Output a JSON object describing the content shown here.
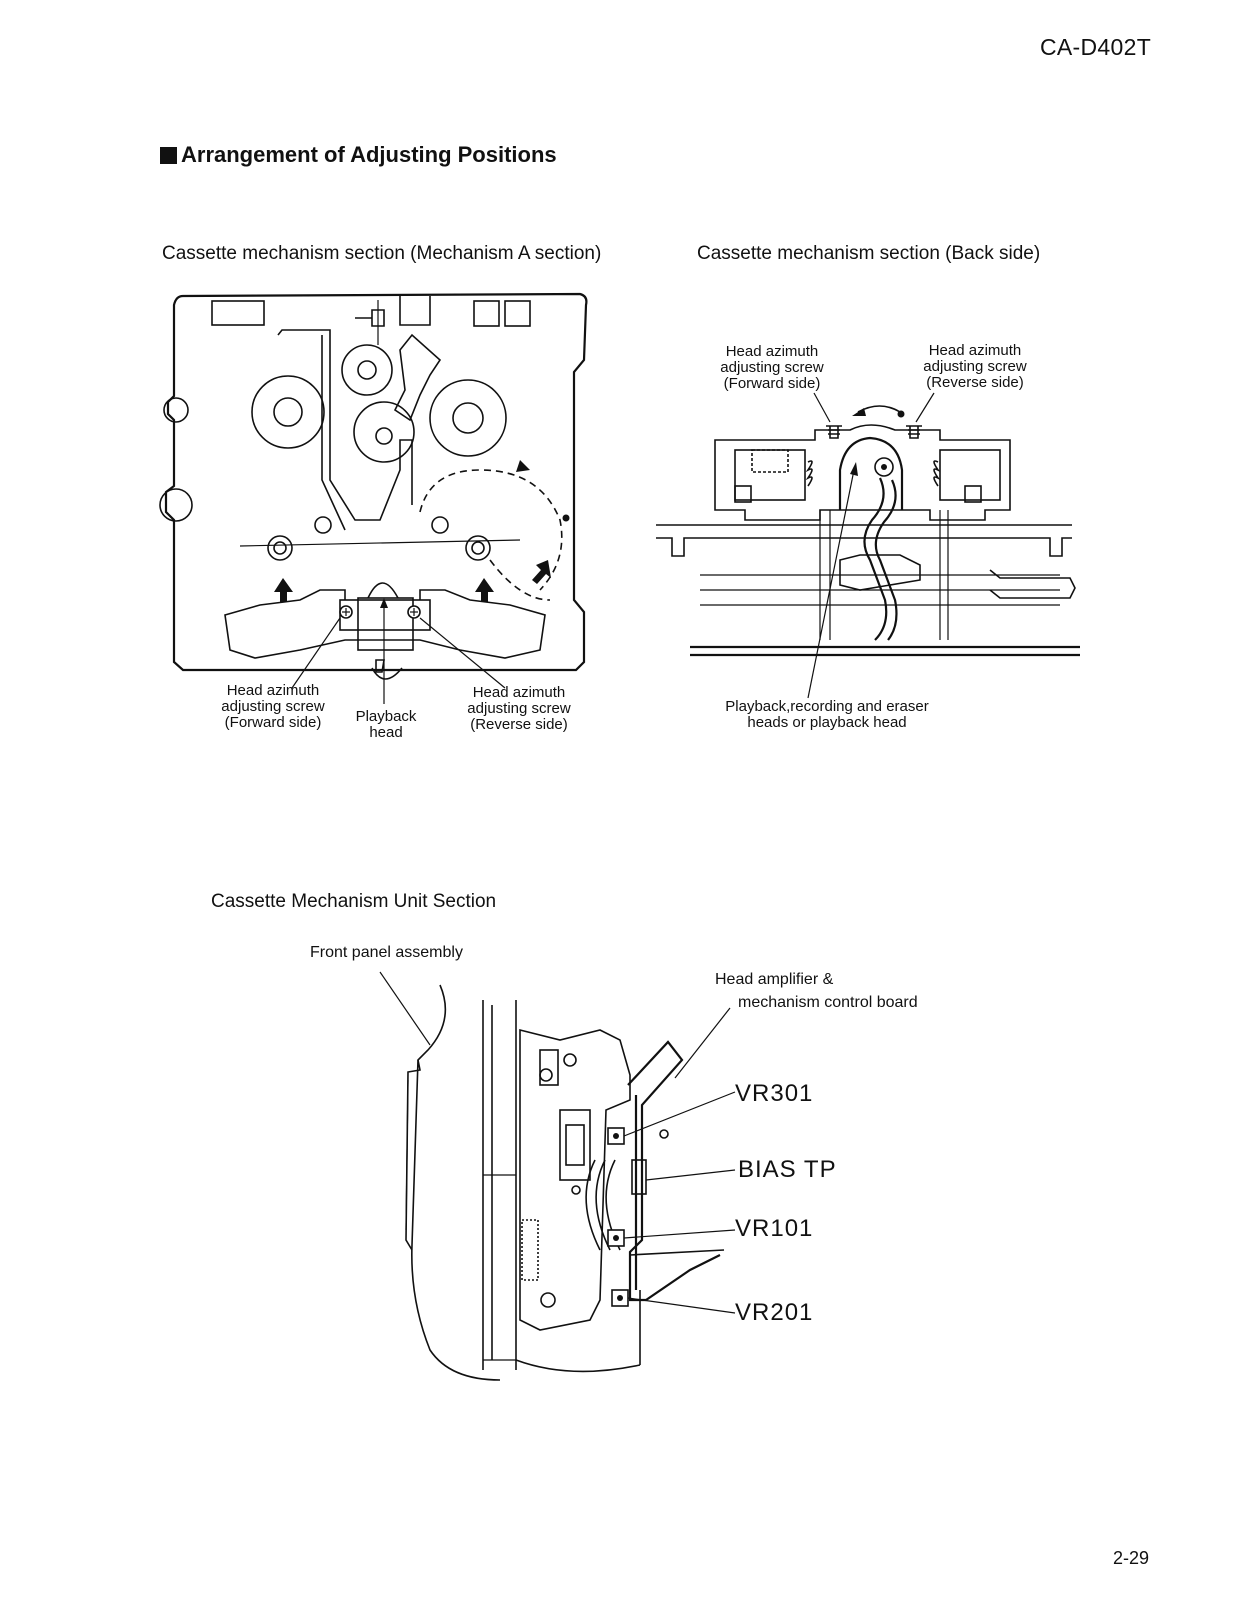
{
  "header": {
    "model": "CA-D402T"
  },
  "section": {
    "title": "Arrangement of Adjusting Positions"
  },
  "figures": {
    "mech_a": {
      "caption": "Cassette mechanism section (Mechanism A section)",
      "labels": {
        "fwd_screw": [
          "Head azimuth",
          "adjusting screw",
          "(Forward side)"
        ],
        "playback_head": [
          "Playback",
          "head"
        ],
        "rev_screw": [
          "Head azimuth",
          "adjusting screw",
          "(Reverse side)"
        ]
      }
    },
    "back_side": {
      "caption": "Cassette mechanism section (Back side)",
      "labels": {
        "fwd_screw": [
          "Head azimuth",
          "adjusting screw",
          "(Forward side)"
        ],
        "rev_screw": [
          "Head azimuth",
          "adjusting screw",
          "(Reverse side)"
        ],
        "heads": [
          "Playback,recording and eraser",
          "heads or playback head"
        ]
      }
    },
    "unit": {
      "caption": "Cassette Mechanism Unit Section",
      "labels": {
        "front_panel": "Front panel assembly",
        "board_line1": "Head amplifier &",
        "board_line2": "mechanism control board",
        "vr301": "VR301",
        "bias_tp": "BIAS TP",
        "vr101": "VR101",
        "vr201": "VR201"
      }
    }
  },
  "footer": {
    "page_number": "2-29"
  }
}
